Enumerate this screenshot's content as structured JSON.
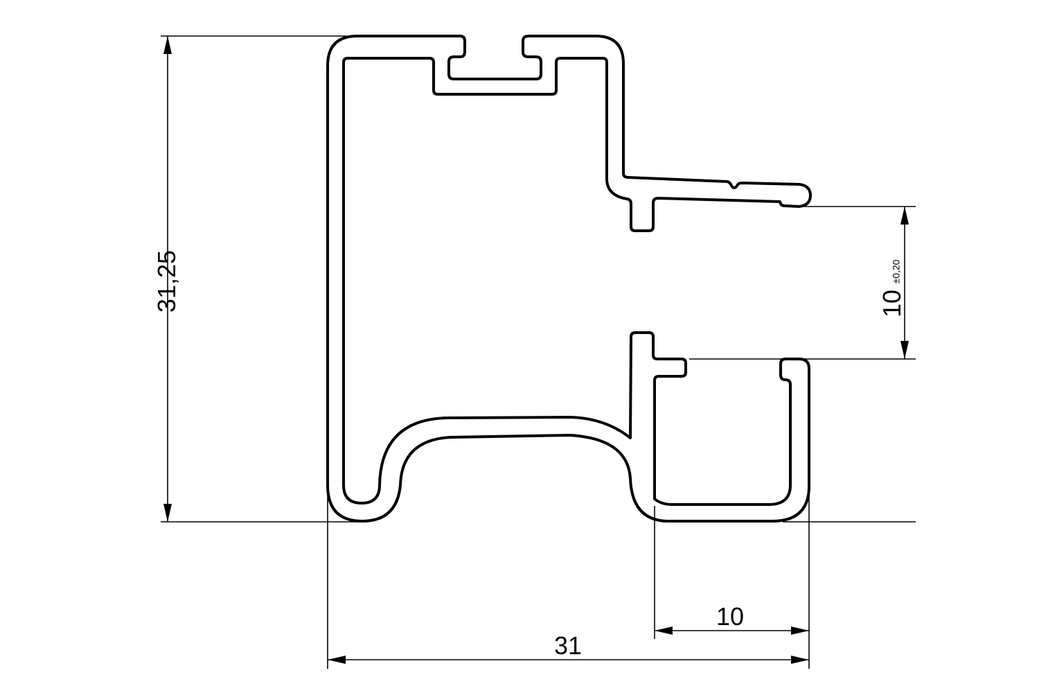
{
  "drawing": {
    "type": "aluminum profile cross-section technical drawing",
    "line_color": "#000000",
    "background": "#ffffff"
  },
  "dimensions": {
    "height": {
      "value": "31,25",
      "orientation": "vertical",
      "position": "left"
    },
    "opening": {
      "value": "10",
      "tolerance": "±0,20",
      "orientation": "vertical",
      "position": "right"
    },
    "channel_width": {
      "value": "10",
      "orientation": "horizontal",
      "position": "bottom"
    },
    "total_width": {
      "value": "31",
      "orientation": "horizontal",
      "position": "bottom"
    }
  }
}
